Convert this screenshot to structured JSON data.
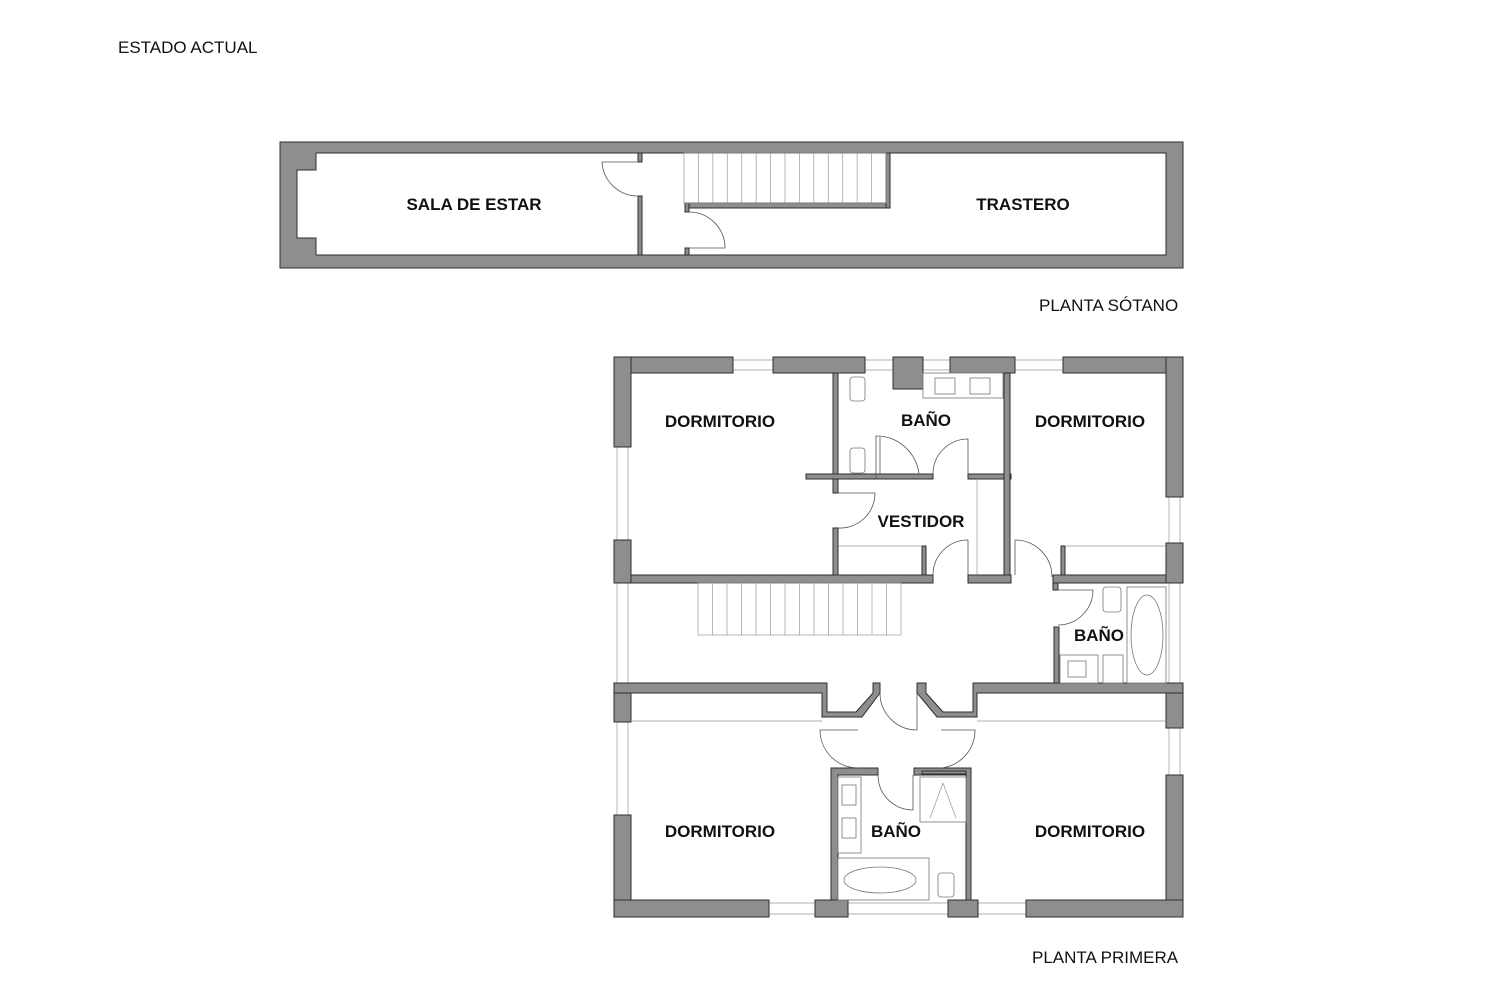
{
  "title": "ESTADO ACTUAL",
  "basement": {
    "caption": "PLANTA SÓTANO",
    "rooms": [
      "SALA DE ESTAR",
      "TRASTERO"
    ]
  },
  "first_floor": {
    "caption": "PLANTA PRIMERA",
    "rooms": [
      "DORMITORIO",
      "BAÑO",
      "DORMITORIO",
      "VESTIDOR",
      "BAÑO",
      "DORMITORIO",
      "BAÑO",
      "DORMITORIO"
    ]
  },
  "colors": {
    "wall": "#8e8e8e",
    "outline": "#2e2e2e"
  }
}
